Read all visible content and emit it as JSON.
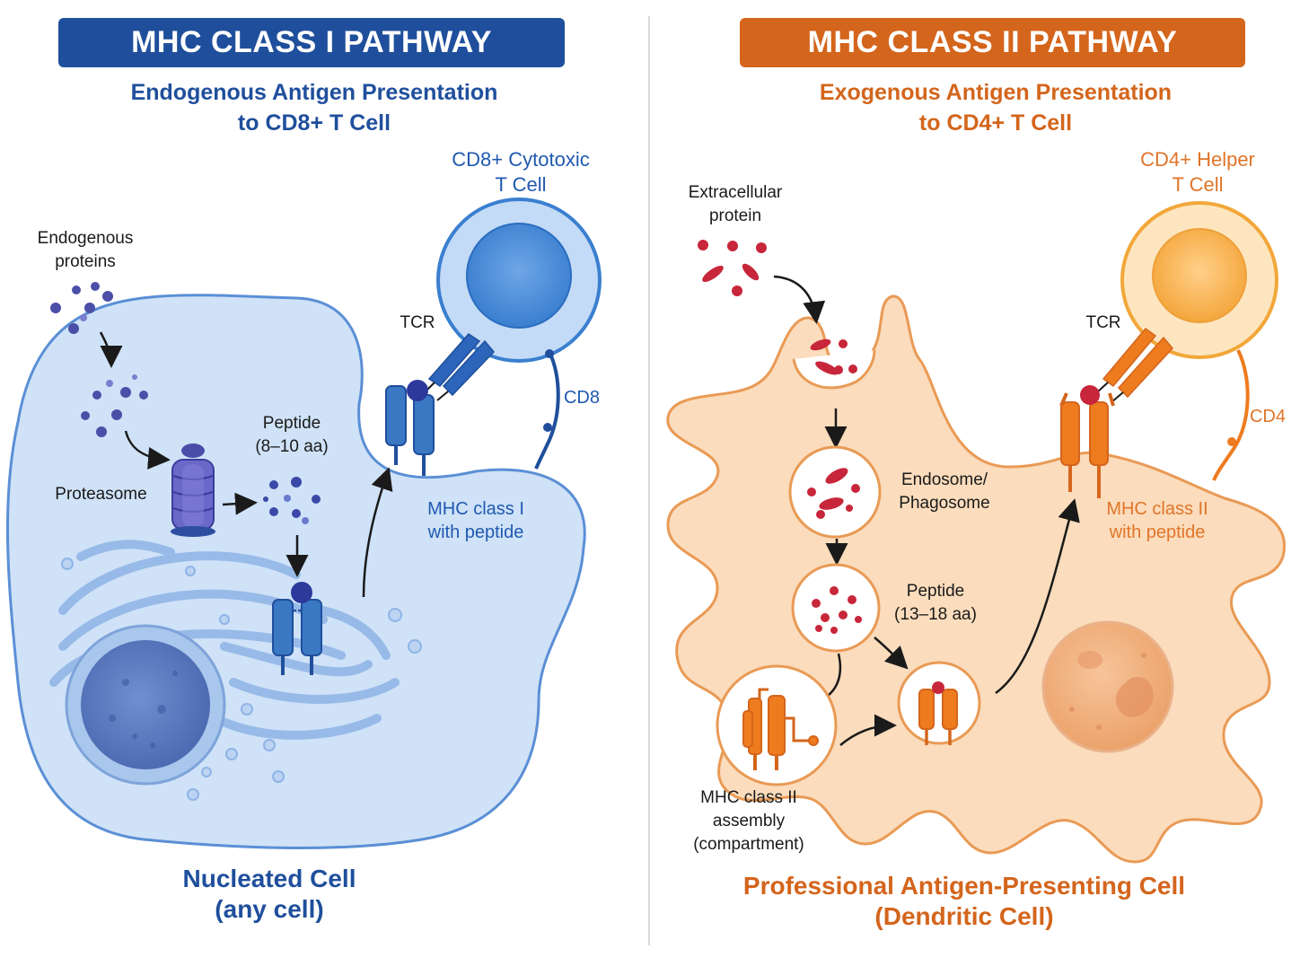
{
  "left": {
    "banner": "MHC CLASS I PATHWAY",
    "subtitle_line1": "Endogenous Antigen Presentation",
    "subtitle_line2": "to CD8+ T Cell",
    "tcell_line1": "CD8+ Cytotoxic",
    "tcell_line2": "T Cell",
    "endogenous_line1": "Endogenous",
    "endogenous_line2": "proteins",
    "tcr": "TCR",
    "coreceptor": "CD8",
    "peptide_line1": "Peptide",
    "peptide_line2": "(8–10 aa)",
    "proteasome": "Proteasome",
    "mhc_line1": "MHC class I",
    "mhc_line2": "with peptide",
    "cell_line1": "Nucleated Cell",
    "cell_line2": "(any cell)",
    "colors": {
      "primary": "#1f4f9c",
      "cell_fill": "#cfe2f7",
      "mhc": "#3b78c4"
    }
  },
  "right": {
    "banner": "MHC CLASS II PATHWAY",
    "subtitle_line1": "Exogenous Antigen Presentation",
    "subtitle_line2": "to CD4+ T Cell",
    "tcell_line1": "CD4+ Helper",
    "tcell_line2": "T Cell",
    "extracellular_line1": "Extracellular",
    "extracellular_line2": "protein",
    "tcr": "TCR",
    "coreceptor": "CD4",
    "endosome_line1": "Endosome/",
    "endosome_line2": "Phagosome",
    "peptide_line1": "Peptide",
    "peptide_line2": "(13–18 aa)",
    "mhc_line1": "MHC class II",
    "mhc_line2": "with peptide",
    "assembly_line1": "MHC class II",
    "assembly_line2": "assembly",
    "assembly_line3": "(compartment)",
    "cell_line1": "Professional Antigen-Presenting Cell",
    "cell_line2": "(Dendritic Cell)",
    "colors": {
      "primary": "#d4651c",
      "cell_fill": "#fbdcbc",
      "mhc": "#ee7b1e",
      "antigen": "#c8263a"
    }
  }
}
